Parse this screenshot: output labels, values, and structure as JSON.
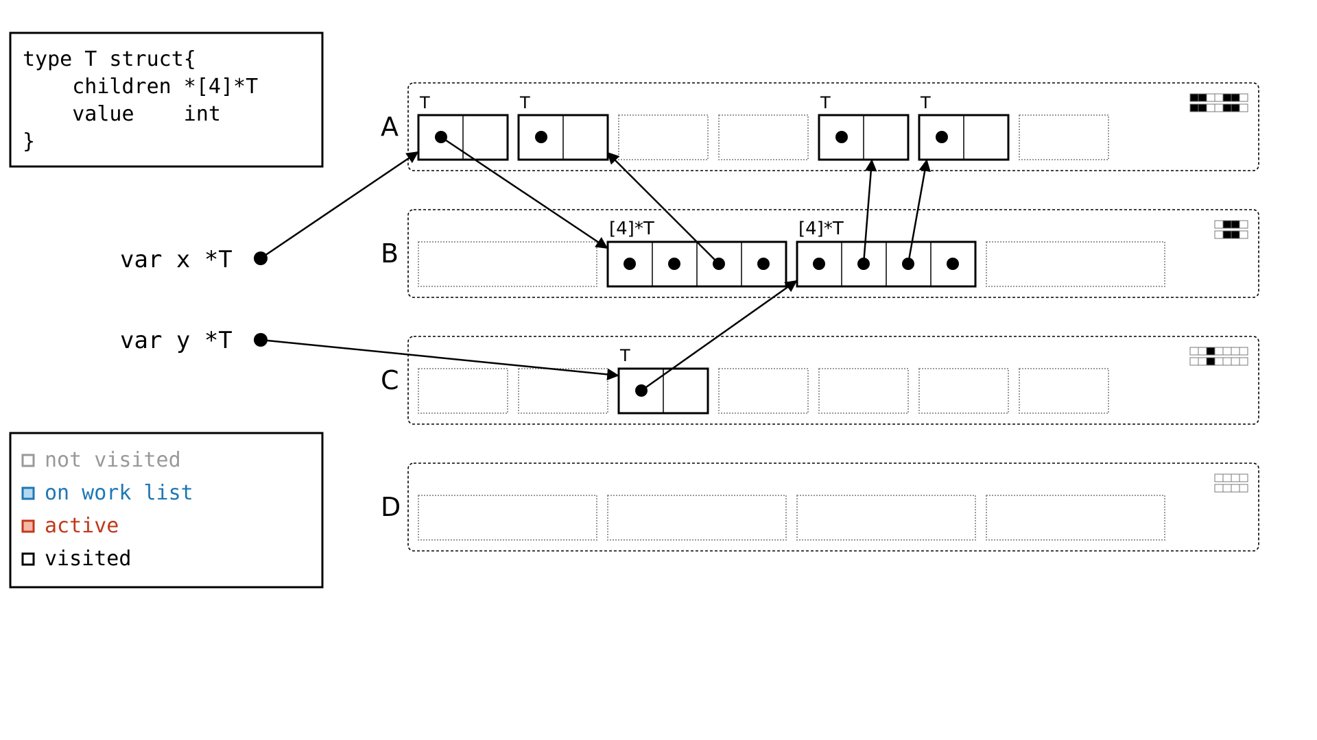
{
  "code_box": {
    "lines": [
      "type T struct{",
      "    children *[4]*T",
      "    value    int",
      "}"
    ]
  },
  "vars": {
    "x_label": "var x *T",
    "y_label": "var y *T"
  },
  "spans": {
    "A": {
      "label": "A",
      "type_labels": [
        "T",
        "T",
        "T",
        "T"
      ]
    },
    "B": {
      "label": "B",
      "type_labels": [
        "[4]*T",
        "[4]*T"
      ]
    },
    "C": {
      "label": "C",
      "type_labels": [
        "T"
      ]
    },
    "D": {
      "label": "D",
      "type_labels": []
    }
  },
  "legend": {
    "items": [
      {
        "label": "not visited",
        "text_color": "#999999",
        "box_fill": "#ffffff",
        "box_stroke": "#999999"
      },
      {
        "label": "on work list",
        "text_color": "#1f77b4",
        "box_fill": "#b3d9f2",
        "box_stroke": "#1f77b4"
      },
      {
        "label": "active",
        "text_color": "#c0391b",
        "box_fill": "#f5b8a8",
        "box_stroke": "#c0391b"
      },
      {
        "label": "visited",
        "text_color": "#000000",
        "box_fill": "#ffffff",
        "box_stroke": "#000000"
      }
    ]
  }
}
